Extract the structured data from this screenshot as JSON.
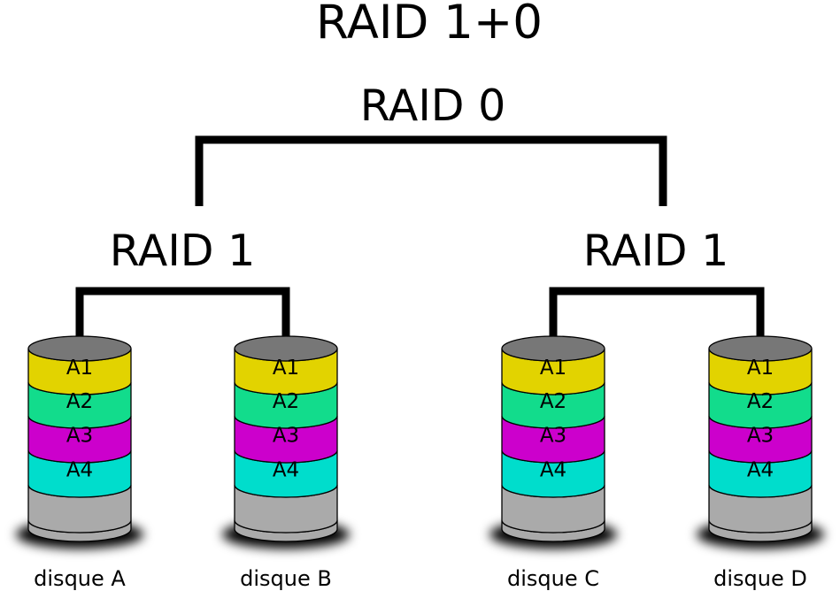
{
  "title": "RAID 1+0",
  "top_level": {
    "label": "RAID 0"
  },
  "groups": [
    {
      "label": "RAID 1"
    },
    {
      "label": "RAID 1"
    }
  ],
  "disks": [
    {
      "label": "disque A",
      "blocks": [
        "A1",
        "A2",
        "A3",
        "A4"
      ]
    },
    {
      "label": "disque B",
      "blocks": [
        "A1",
        "A2",
        "A3",
        "A4"
      ]
    },
    {
      "label": "disque C",
      "blocks": [
        "A1",
        "A2",
        "A3",
        "A4"
      ]
    },
    {
      "label": "disque D",
      "blocks": [
        "A1",
        "A2",
        "A3",
        "A4"
      ]
    }
  ],
  "colors": {
    "block_1": "#e2d300",
    "block_2": "#12dc8c",
    "block_3": "#cc00cc",
    "block_4": "#00ddcc",
    "disk_top": "#777777",
    "disk_base": "#aaaaaa",
    "shadow": "#000000",
    "lines": "#000000"
  }
}
